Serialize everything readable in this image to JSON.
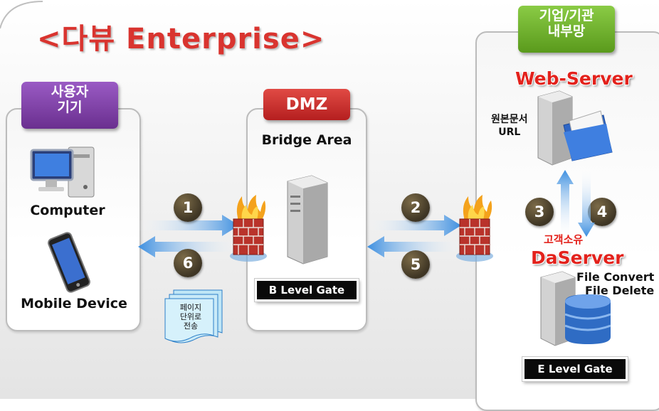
{
  "title": "<다뷰 Enterprise>",
  "zones": {
    "user": {
      "badge": "사용자\n기기",
      "computer": "Computer",
      "mobile": "Mobile Device"
    },
    "dmz": {
      "badge": "DMZ",
      "subtitle": "Bridge Area",
      "gate": "B Level Gate"
    },
    "internal": {
      "badge": "기업/기관\n내부망",
      "web_server": "Web-Server",
      "web_note": "원본문서\nURL",
      "customer": "고객소유",
      "daserver": "DaServer",
      "da_note": "File Convert\nFile Delete",
      "gate": "E Level Gate"
    }
  },
  "steps": [
    "1",
    "2",
    "3",
    "4",
    "5",
    "6"
  ],
  "document_note": "페이지\n단위로\n전송",
  "colors": {
    "title_red": "#d9342f",
    "purple": "#7b3fa0",
    "red_badge": "#c92a2a",
    "green_badge": "#6aad24",
    "arrow_blue": "#3d8fe0"
  }
}
